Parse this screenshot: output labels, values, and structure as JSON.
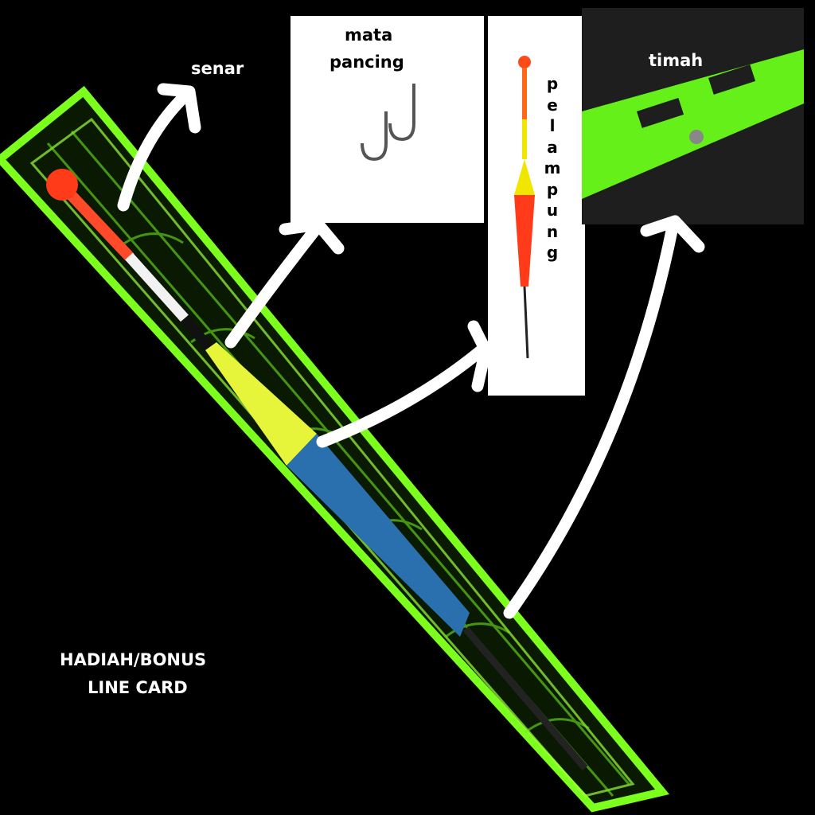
{
  "labels": {
    "senar": "senar",
    "mata_pancing_line1": "mata",
    "mata_pancing_line2": "pancing",
    "pelampung_letters": [
      "p",
      "e",
      "l",
      "a",
      "m",
      "p",
      "u",
      "n",
      "g"
    ],
    "timah": "timah",
    "bonus_line1": "HADIAH/BONUS",
    "bonus_line2": "LINE CARD"
  },
  "colors": {
    "card_green": "#7dff1e",
    "float_blue": "#2a6fae",
    "float_yellow": "#e6f43a",
    "float_red": "#ff3b1a",
    "arrow": "#ffffff"
  }
}
